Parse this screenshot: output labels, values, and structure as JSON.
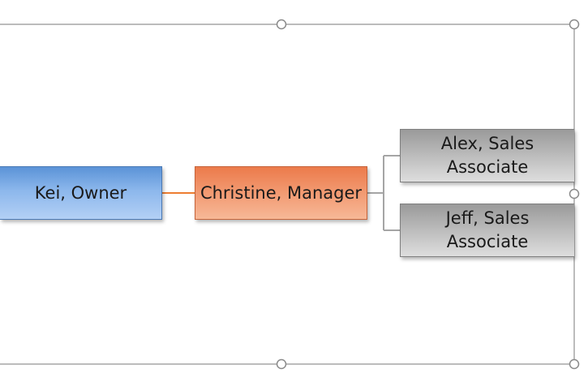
{
  "diagram": {
    "nodes": {
      "owner": "Kei, Owner",
      "manager": "Christine, Manager",
      "associates": [
        {
          "line1": "Alex, Sales",
          "line2": "Associate"
        },
        {
          "line1": "Jeff, Sales",
          "line2": "Associate"
        }
      ]
    },
    "colors": {
      "owner_fill": "#8cb7ec",
      "manager_fill": "#f29a72",
      "associate_fill": "#bcbcbc",
      "owner_manager_connector": "#ed7d31",
      "associate_connector": "#a5a5a5",
      "selection_frame": "#a6a6a6"
    }
  }
}
